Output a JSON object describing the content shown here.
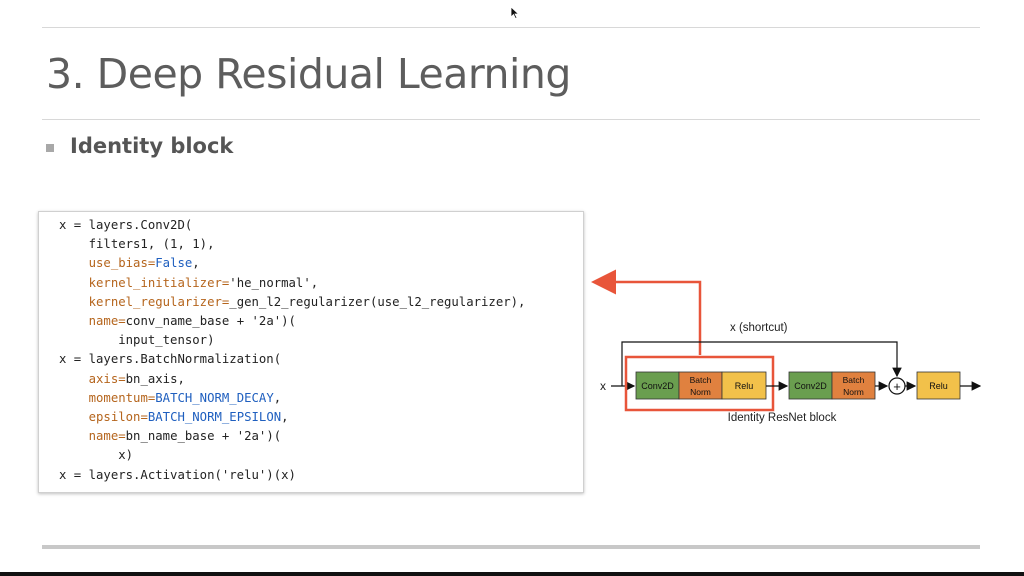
{
  "slide": {
    "title": "3. Deep Residual Learning",
    "bullet": "Identity block"
  },
  "code": {
    "l1": [
      "x = layers.Conv2D("
    ],
    "l2": [
      "    filters1, (1, 1),"
    ],
    "l3": [
      "    ",
      "use_bias=",
      "False",
      ","
    ],
    "l4": [
      "    ",
      "kernel_initializer=",
      "'he_normal'",
      ","
    ],
    "l5": [
      "    ",
      "kernel_regularizer=",
      "_gen_l2_regularizer(use_l2_regularizer),"
    ],
    "l6": [
      "    ",
      "name=",
      "conv_name_base + '2a')("
    ],
    "l7": [
      "        input_tensor)"
    ],
    "l8": [
      "x = layers.BatchNormalization("
    ],
    "l9": [
      "    ",
      "axis=",
      "bn_axis,"
    ],
    "l10": [
      "    ",
      "momentum=",
      "BATCH_NORM_DECAY",
      ","
    ],
    "l11": [
      "    ",
      "epsilon=",
      "BATCH_NORM_EPSILON",
      ","
    ],
    "l12": [
      "    ",
      "name=",
      "bn_name_base + '2a')("
    ],
    "l13": [
      "        x)"
    ],
    "l14": [
      "x = layers.Activation('relu')(x)"
    ]
  },
  "diagram": {
    "input_label": "x",
    "shortcut_label": "x (shortcut)",
    "caption": "Identity ResNet block",
    "conv1": "Conv2D",
    "bn1_line1": "Batch",
    "bn1_line2": "Norm",
    "relu1": "Relu",
    "conv2": "Conv2D",
    "bn2_line1": "Batch",
    "bn2_line2": "Norm",
    "plus": "+",
    "relu2": "Relu"
  },
  "colors": {
    "conv": "#6a9e4f",
    "batchnorm": "#e0813f",
    "relu": "#f2c14a",
    "highlight": "#e8553a"
  }
}
